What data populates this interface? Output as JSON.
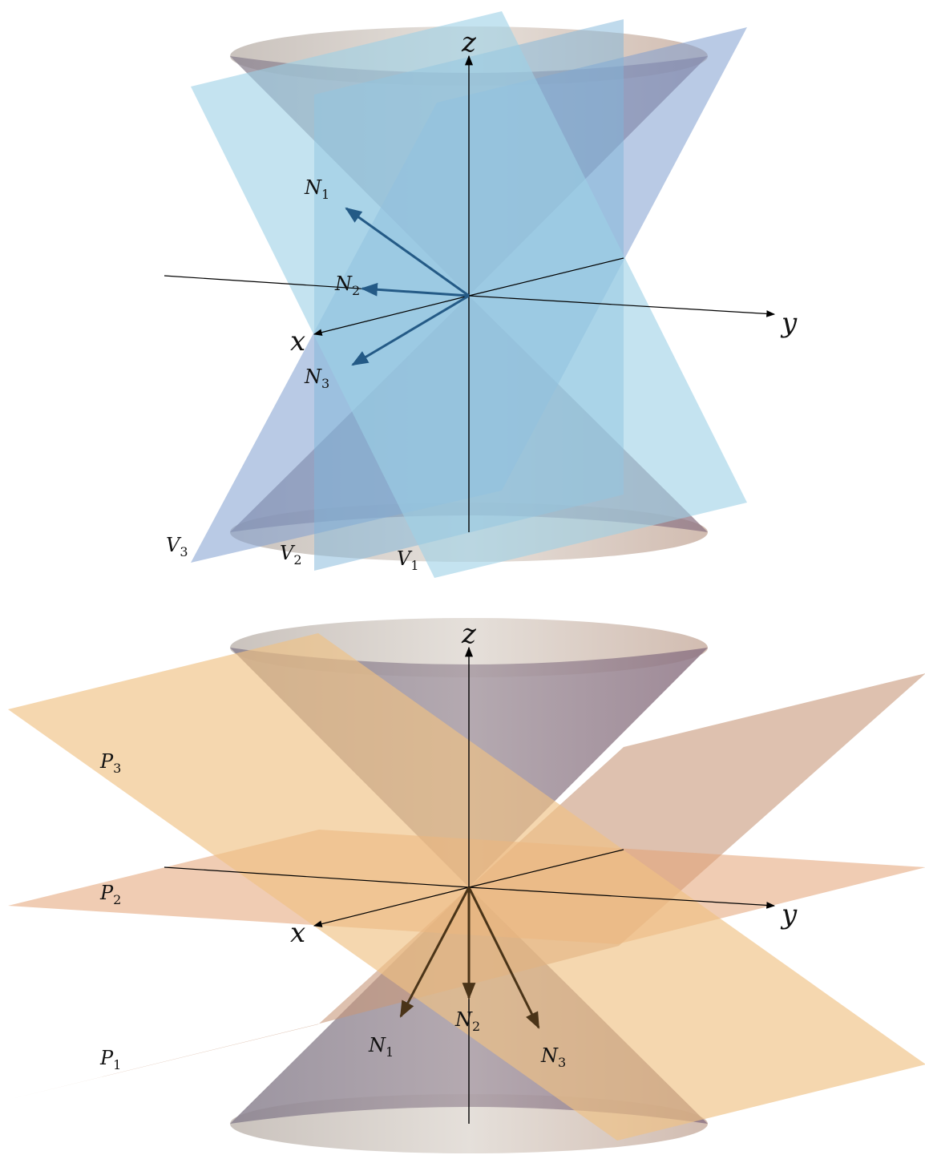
{
  "colors": {
    "cone": "#9a8c96",
    "cone_cap": "#cfc7c2",
    "vertical_planes": [
      "#9ecfe6",
      "#7fb2d8",
      "#8aa8d2"
    ],
    "slanted_planes": [
      "#c99c80",
      "#e7a978",
      "#f0c88e"
    ],
    "normal_top": "#245a86",
    "normal_bottom": "#4a3418",
    "axis": "#000000"
  },
  "top_diagram": {
    "axes": {
      "x": "x",
      "y": "y",
      "z": "z"
    },
    "normals": [
      {
        "name": "N",
        "sub": "1"
      },
      {
        "name": "N",
        "sub": "2"
      },
      {
        "name": "N",
        "sub": "3"
      }
    ],
    "planes": [
      {
        "name": "V",
        "sub": "1"
      },
      {
        "name": "V",
        "sub": "2"
      },
      {
        "name": "V",
        "sub": "3"
      }
    ]
  },
  "bottom_diagram": {
    "axes": {
      "x": "x",
      "y": "y",
      "z": "z"
    },
    "normals": [
      {
        "name": "N",
        "sub": "1"
      },
      {
        "name": "N",
        "sub": "2"
      },
      {
        "name": "N",
        "sub": "3"
      }
    ],
    "planes": [
      {
        "name": "P",
        "sub": "1"
      },
      {
        "name": "P",
        "sub": "2"
      },
      {
        "name": "P",
        "sub": "3"
      }
    ]
  }
}
